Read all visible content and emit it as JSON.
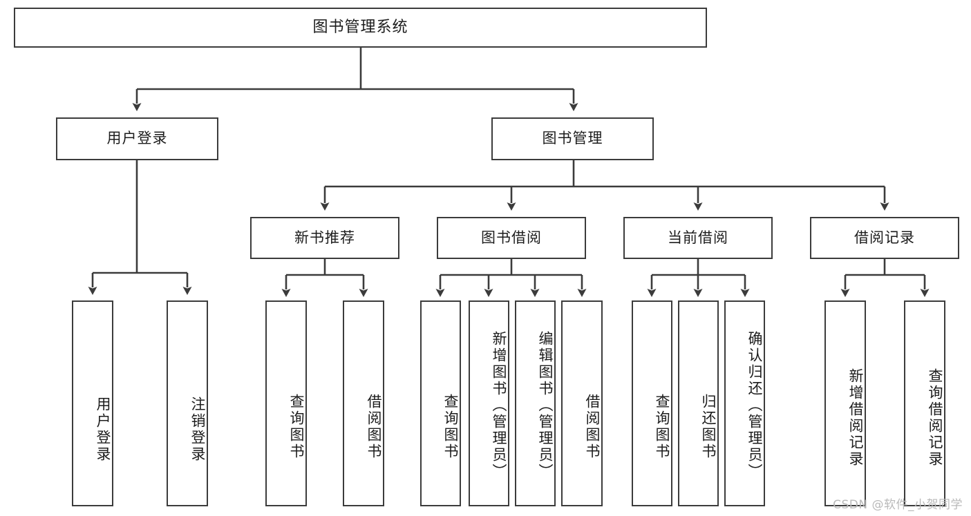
{
  "diagram": {
    "title": "图书管理系统",
    "type": "tree-hierarchy",
    "watermark": "CSDN @软件_小贺同学",
    "colors": {
      "box_border": "#3b3b3b",
      "box_fill": "#ffffff",
      "connector": "#3b3b3b",
      "text": "#1c1c1c",
      "watermark": "#b9b9b9"
    },
    "levels": {
      "root": {
        "label": "图书管理系统"
      },
      "level2": [
        {
          "label": "用户登录"
        },
        {
          "label": "图书管理"
        }
      ],
      "level3": [
        {
          "label": "新书推荐"
        },
        {
          "label": "图书借阅"
        },
        {
          "label": "当前借阅"
        },
        {
          "label": "借阅记录"
        }
      ],
      "leaves": {
        "user_login": [
          {
            "label": "用户登录"
          },
          {
            "label": "注销登录"
          }
        ],
        "new_book_recommend": [
          {
            "label": "查询图书"
          },
          {
            "label": "借阅图书"
          }
        ],
        "book_borrow": [
          {
            "label": "查询图书"
          },
          {
            "label": "新增图书（管理员）"
          },
          {
            "label": "编辑图书（管理员）"
          },
          {
            "label": "借阅图书"
          }
        ],
        "current_borrow": [
          {
            "label": "查询图书"
          },
          {
            "label": "归还图书"
          },
          {
            "label": "确认归还（管理员）"
          }
        ],
        "borrow_record": [
          {
            "label": "新增借阅记录"
          },
          {
            "label": "查询借阅记录"
          }
        ]
      }
    }
  }
}
